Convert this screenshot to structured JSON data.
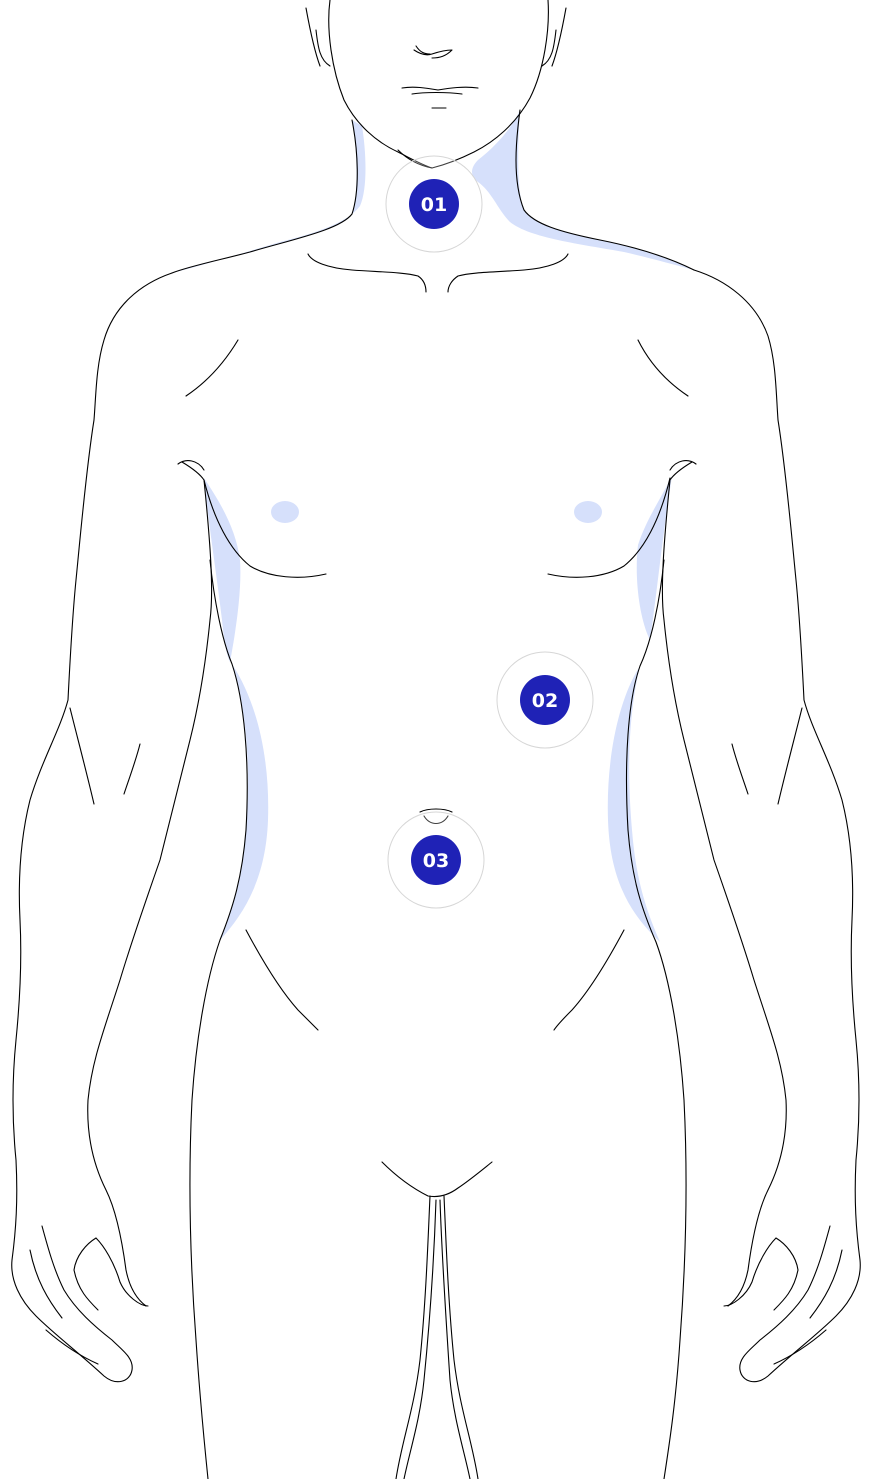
{
  "colors": {
    "marker": "#1f22b6",
    "zone": "#d6e0fb",
    "outline": "#000000",
    "ring": "#d6d6d6",
    "background": "#ffffff"
  },
  "markers": [
    {
      "id": "neck",
      "label": "01"
    },
    {
      "id": "abdomen",
      "label": "02"
    },
    {
      "id": "navel",
      "label": "03"
    }
  ]
}
